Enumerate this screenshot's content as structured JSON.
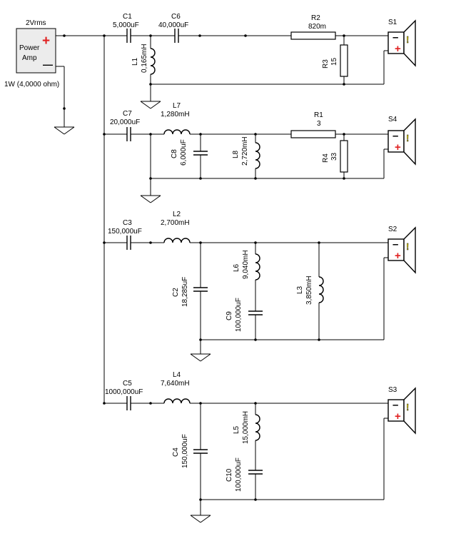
{
  "amp": {
    "source": "2Vrms",
    "name_line1": "Power",
    "name_line2": "Amp",
    "plus": "+",
    "minus": "—",
    "power": "1W (4,0000 ohm)"
  },
  "components": {
    "C1": {
      "ref": "C1",
      "value": "5,000uF"
    },
    "C6": {
      "ref": "C6",
      "value": "40,000uF"
    },
    "L1": {
      "ref": "L1",
      "value": "0,165mH"
    },
    "R2": {
      "ref": "R2",
      "value": "820m"
    },
    "R3": {
      "ref": "R3",
      "value": "15"
    },
    "C7": {
      "ref": "C7",
      "value": "20,000uF"
    },
    "L7": {
      "ref": "L7",
      "value": "1,280mH"
    },
    "C8": {
      "ref": "C8",
      "value": "6,000uF"
    },
    "L8": {
      "ref": "L8",
      "value": "2,720mH"
    },
    "R1": {
      "ref": "R1",
      "value": "3"
    },
    "R4": {
      "ref": "R4",
      "value": "33"
    },
    "C3": {
      "ref": "C3",
      "value": "150,000uF"
    },
    "L2": {
      "ref": "L2",
      "value": "2,700mH"
    },
    "C2": {
      "ref": "C2",
      "value": "18,285uF"
    },
    "L6": {
      "ref": "L6",
      "value": "9,040mH"
    },
    "C9": {
      "ref": "C9",
      "value": "100,000uF"
    },
    "L3": {
      "ref": "L3",
      "value": "3,850mH"
    },
    "C5": {
      "ref": "C5",
      "value": "1000,000uF"
    },
    "L4": {
      "ref": "L4",
      "value": "7,640mH"
    },
    "C4": {
      "ref": "C4",
      "value": "150,000uF"
    },
    "L5": {
      "ref": "L5",
      "value": "15,000mH"
    },
    "C10": {
      "ref": "C10",
      "value": "100,000uF"
    }
  },
  "speakers": {
    "S1": "S1",
    "S4": "S4",
    "S2": "S2",
    "S3": "S3",
    "plus": "+",
    "mark": "!"
  },
  "colors": {
    "plus": "#e02020",
    "mark": "#e8d820",
    "wire": "#000000"
  }
}
